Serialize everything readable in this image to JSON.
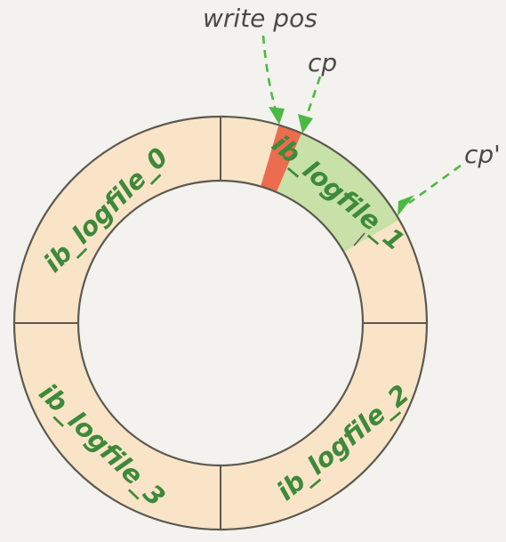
{
  "diagram": {
    "colors": {
      "background": "#f4f2ee",
      "ring_fill": "#fae4c8",
      "checkpoint_range": "#c8e1a8",
      "write_marker": "#ec6c4f",
      "arrow": "#4cb944",
      "label_green": "#3d8a3a",
      "outline": "#5c5950"
    },
    "pointers": {
      "write_pos": "write pos",
      "cp": "cp",
      "cp_prime": "cp'"
    },
    "segments": [
      {
        "id": "seg0",
        "label": "ib_logfile_0"
      },
      {
        "id": "seg1",
        "label": "ib_logfile_1"
      },
      {
        "id": "seg2",
        "label": "ib_logfile_2"
      },
      {
        "id": "seg3",
        "label": "ib_logfile_3"
      }
    ]
  }
}
